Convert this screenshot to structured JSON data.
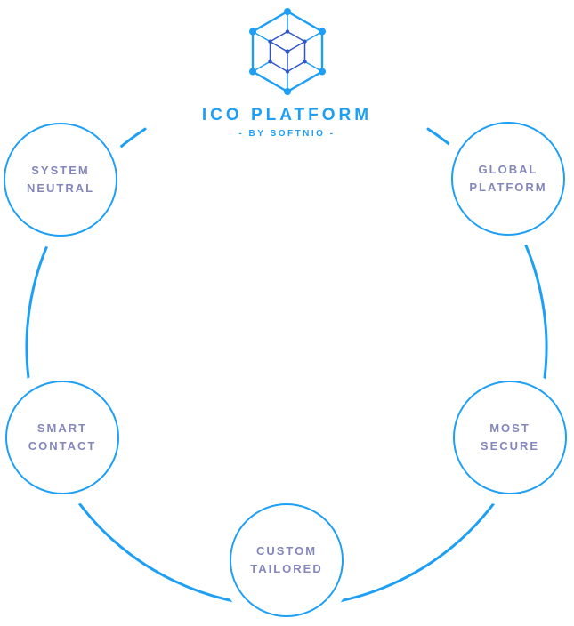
{
  "diagram": {
    "logo": {
      "icon": "hexagon-network-icon",
      "title": "ICO PLATFORM",
      "subtitle": "- BY SOFTNIO -"
    },
    "nodes": [
      {
        "id": "system-neutral",
        "lines": [
          "SYSTEM",
          "NEUTRAL"
        ]
      },
      {
        "id": "global-platform",
        "lines": [
          "GLOBAL",
          "PLATFORM"
        ]
      },
      {
        "id": "smart-contact",
        "lines": [
          "SMART",
          "CONTACT"
        ]
      },
      {
        "id": "most-secure",
        "lines": [
          "MOST",
          "SECURE"
        ]
      },
      {
        "id": "custom-tailored",
        "lines": [
          "CUSTOM",
          "TAILORED"
        ]
      }
    ],
    "colors": {
      "accent": "#1d9ff6",
      "label": "#8487bb",
      "logo_inner": "#2e56c9",
      "background": "#ffffff"
    }
  }
}
